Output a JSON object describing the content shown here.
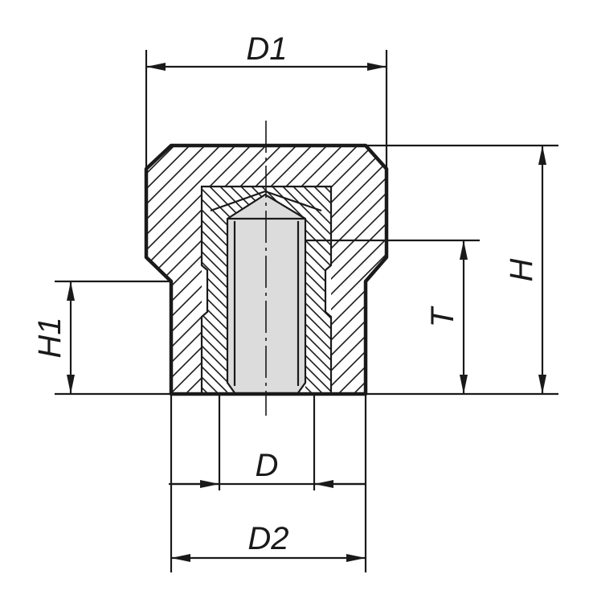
{
  "colors": {
    "line": "#1a1a1a",
    "background": "#ffffff",
    "bore_fill": "#dcdcdc"
  },
  "dimensions": {
    "d1": "D1",
    "h": "H",
    "t": "T",
    "h1": "H1",
    "d": "D",
    "d2": "D2"
  }
}
